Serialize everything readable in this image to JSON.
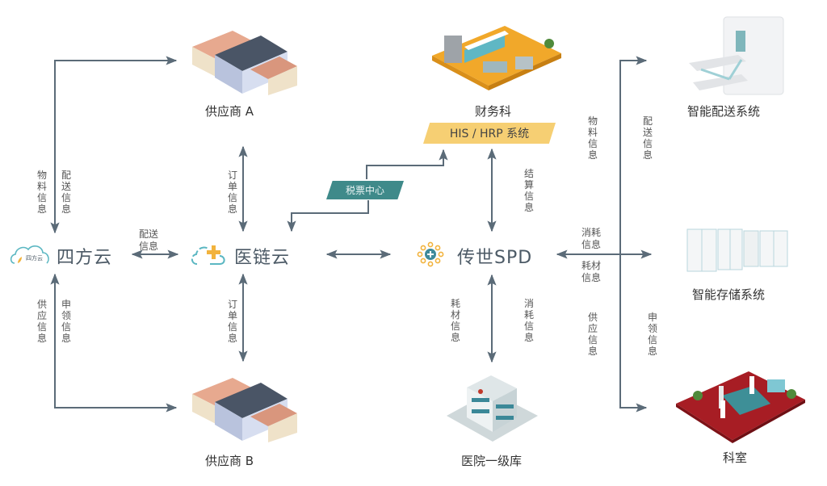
{
  "nodes": {
    "supplier_a": "供应商 A",
    "supplier_b": "供应商 B",
    "finance": "财务科",
    "his_hrp": "HIS / HRP 系统",
    "tax_center": "税票中心",
    "sifangyun": "四方云",
    "sifangyun_badge": "四方云",
    "yiliangyun": "医链云",
    "spd": "传世SPD",
    "hospital_store": "医院一级库",
    "smart_delivery": "智能配送系统",
    "smart_storage": "智能存储系统",
    "department": "科室"
  },
  "flows": {
    "sifang_top_left": "物料信息",
    "sifang_top_right": "配送信息",
    "sifang_bottom_left": "供应信息",
    "sifang_bottom_right": "申领信息",
    "sifang_to_yiliang": [
      "配送",
      "信息"
    ],
    "yiliang_top": "订单信息",
    "yiliang_bottom": "订单信息",
    "spd_to_his": "结算信息",
    "spd_store_left": "耗材信息",
    "spd_store_right": "消耗信息",
    "right_top_left": "物料信息",
    "right_top_right": "配送信息",
    "right_mid_above": [
      "消耗",
      "信息"
    ],
    "right_mid_below": [
      "耗材",
      "信息"
    ],
    "right_bottom_left": "供应信息",
    "right_bottom_right": "申领信息"
  },
  "colors": {
    "arrow": "#5b6b78",
    "teal": "#3f8a8a",
    "yellow": "#f6cf73",
    "brand_text": "#4c5a66",
    "logo_orange": "#f2b33d",
    "logo_teal": "#5bb7c2"
  }
}
